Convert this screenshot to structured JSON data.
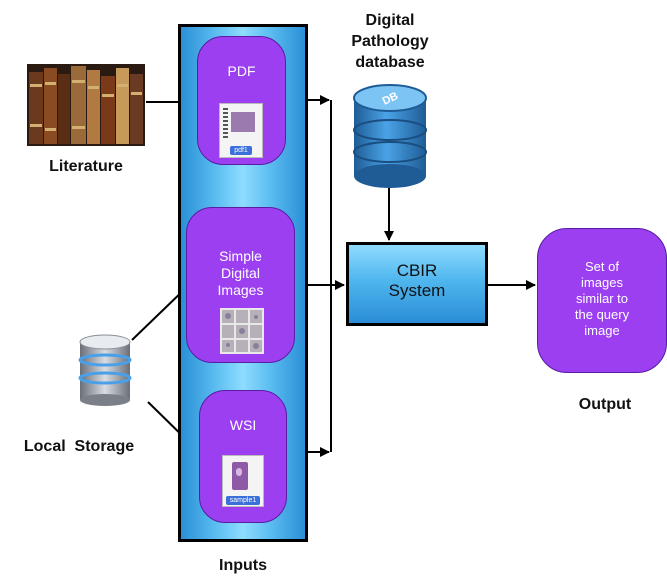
{
  "sources": {
    "literature_label": "Literature",
    "local_storage_label": "Local  Storage"
  },
  "inputs_panel": {
    "caption": "Inputs",
    "pdf": {
      "title": "PDF",
      "file_tag": "pdf1"
    },
    "simple": {
      "title_lines": [
        "Simple",
        "Digital",
        "Images"
      ]
    },
    "wsi": {
      "title": "WSI",
      "file_tag": "sample1"
    }
  },
  "database": {
    "title_lines": [
      "Digital",
      "Pathology",
      "database"
    ],
    "icon_text": "DB"
  },
  "cbir": {
    "title_lines": [
      "CBIR",
      "System"
    ]
  },
  "output": {
    "box_lines": [
      "Set of",
      "images",
      "similar to",
      "the query",
      "image"
    ],
    "caption": "Output"
  },
  "colors": {
    "purple_box": "#9b3ff0",
    "blue_box": "#4fb6ee",
    "database_blue": "#2f7fc7"
  }
}
